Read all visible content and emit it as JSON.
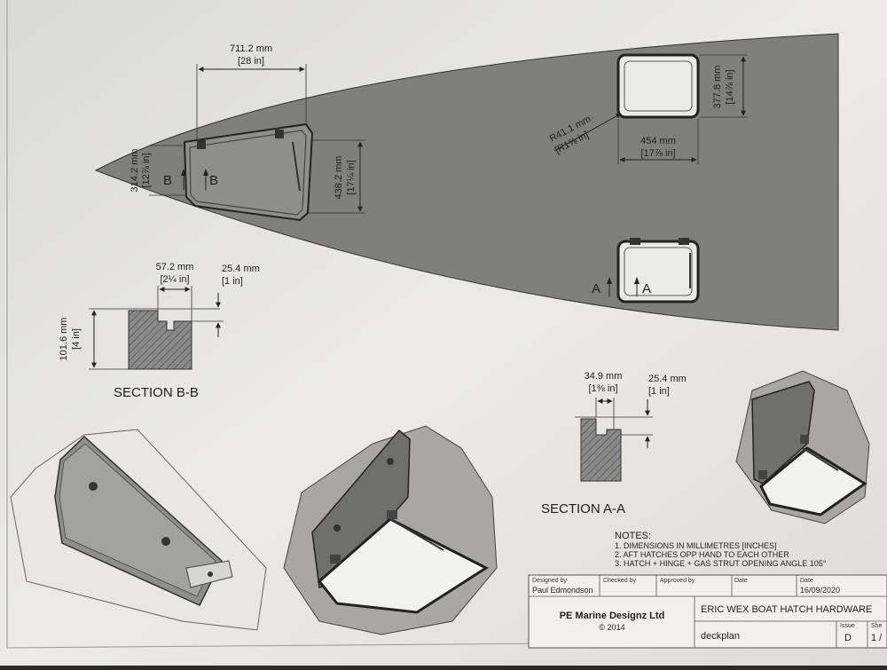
{
  "drawing": {
    "deck": {
      "fwd_hatch": {
        "width_mm": "711.2 mm",
        "width_in": "[28 in]",
        "height_mm": "438.2 mm",
        "height_in": "[17¼ in]",
        "left_mm": "314.2 mm",
        "left_in": "[12⅞ in]",
        "section_label": "B"
      },
      "aft_hatch": {
        "height_mm": "377.8 mm",
        "height_in": "[14⅞ in]",
        "width_mm": "454 mm",
        "width_in": "[17⅞ in]",
        "radius_mm": "R41.1 mm",
        "radius_in": "[R1⅝ in]"
      },
      "lower_hatch": {
        "section_label": "A"
      }
    },
    "section_bb": {
      "title": "SECTION B-B",
      "width_mm": "57.2 mm",
      "width_in": "[2¼ in]",
      "lip_mm": "25.4 mm",
      "lip_in": "[1 in]",
      "depth_mm": "101.6 mm",
      "depth_in": "[4 in]"
    },
    "section_aa": {
      "title": "SECTION A-A",
      "width_mm": "34.9 mm",
      "width_in": "[1⅜ in]",
      "lip_mm": "25.4 mm",
      "lip_in": "[1 in]"
    },
    "notes": {
      "heading": "NOTES:",
      "items": [
        "1. DIMENSIONS IN MILLIMETRES [INCHES]",
        "2. AFT HATCHES OPP HAND TO EACH OTHER",
        "3. HATCH + HINGE + GAS STRUT OPENING ANGLE 105°"
      ]
    },
    "title_block": {
      "designed_by_label": "Designed by",
      "designed_by": "Paul Edmondson",
      "checked_by_label": "Checked by",
      "approved_by_label": "Approved by",
      "date_label_1": "Date",
      "date_label_2": "Date",
      "date": "16/09/2020",
      "company": "PE Marine Designz Ltd",
      "copyright": "© 2014",
      "title": "ERIC WEX BOAT HATCH HARDWARE",
      "file": "deckplan",
      "issue_label": "Issue",
      "issue": "D",
      "sheet_label": "She",
      "sheet": "1 /"
    }
  }
}
